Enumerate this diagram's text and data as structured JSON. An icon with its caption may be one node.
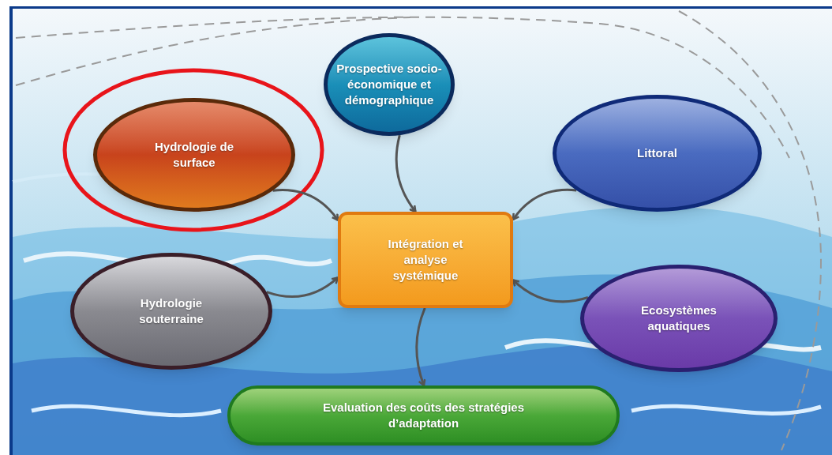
{
  "diagram": {
    "nodes": [
      {
        "text": [
          "Prospective socio-économique et démographique"
        ]
      },
      {
        "text": [
          "Hydrologie de surface"
        ]
      },
      {
        "text": [
          "Littoral"
        ]
      },
      {
        "text": [
          "Intégration et analyse systémique"
        ]
      },
      {
        "text": [
          "Hydrologie souterraine"
        ]
      },
      {
        "text": [
          "Ecosystèmes aquatiques"
        ]
      },
      {
        "text": [
          "Evaluation des coûts des stratégies d’adaptation"
        ]
      }
    ],
    "edges": [
      {
        "from": 0,
        "to": 3,
        "arrow": "to"
      },
      {
        "from": 1,
        "to": 3,
        "arrow": "to"
      },
      {
        "from": 2,
        "to": 3,
        "arrow": "to"
      },
      {
        "from": 4,
        "to": 3,
        "arrow": "to"
      },
      {
        "from": 5,
        "to": 3,
        "arrow": "to"
      },
      {
        "from": 3,
        "to": 6,
        "arrow": "to"
      }
    ]
  }
}
